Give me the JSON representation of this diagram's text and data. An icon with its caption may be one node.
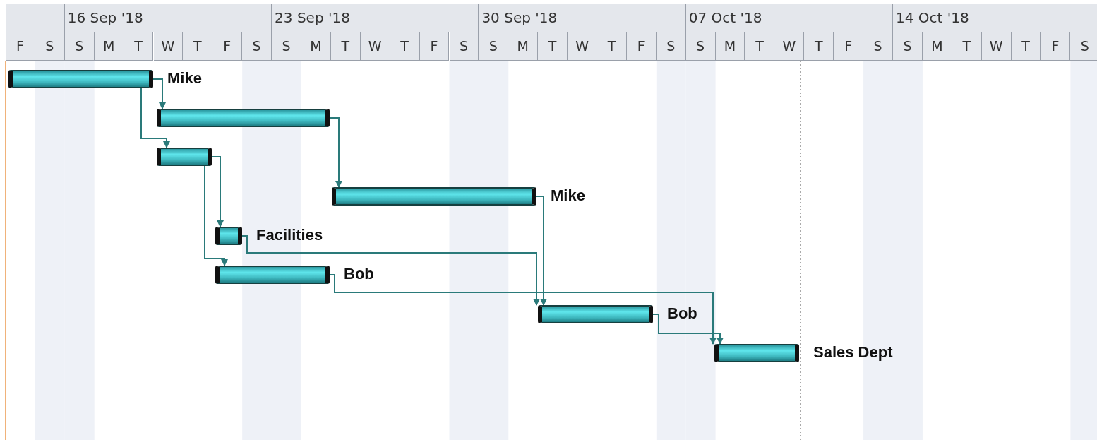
{
  "diagram": {
    "nodes": [
      {
        "text": [],
        "shape": "bar",
        "beside": [
          "Mike"
        ]
      },
      {
        "text": [],
        "shape": "bar"
      },
      {
        "text": [],
        "shape": "bar"
      },
      {
        "text": [],
        "shape": "bar",
        "beside": [
          "Mike"
        ]
      },
      {
        "text": [],
        "shape": "bar",
        "beside": [
          "Facilities"
        ]
      },
      {
        "text": [],
        "shape": "bar",
        "beside": [
          "Bob"
        ]
      },
      {
        "text": [],
        "shape": "bar",
        "beside": [
          "Bob"
        ]
      },
      {
        "text": [],
        "shape": "bar",
        "beside": [
          "Sales Dept"
        ]
      }
    ],
    "edges": [
      {
        "from": 0,
        "to": 1,
        "arrow": "to"
      },
      {
        "from": 0,
        "to": 2,
        "arrow": "to"
      },
      {
        "from": 1,
        "to": 3,
        "arrow": "to"
      },
      {
        "from": 2,
        "to": 4,
        "arrow": "to"
      },
      {
        "from": 2,
        "to": 5,
        "arrow": "to"
      },
      {
        "from": 3,
        "to": 6,
        "arrow": "to"
      },
      {
        "from": 4,
        "to": 6,
        "arrow": "to"
      },
      {
        "from": 5,
        "to": 7,
        "arrow": "to"
      },
      {
        "from": 6,
        "to": 7,
        "arrow": "to"
      }
    ],
    "labels": [
      "16 Sep '18",
      "23 Sep '18",
      "30 Sep '18",
      "07 Oct '18",
      "14 Oct '18",
      "F",
      "S",
      "S",
      "M",
      "T",
      "W",
      "T",
      "F",
      "S",
      "S",
      "M",
      "T",
      "W",
      "T",
      "F",
      "S",
      "S",
      "M",
      "T",
      "W",
      "T",
      "F",
      "S",
      "S",
      "M",
      "T",
      "W",
      "T",
      "F",
      "S",
      "S",
      "M",
      "T",
      "W",
      "T",
      "F",
      "S"
    ]
  }
}
